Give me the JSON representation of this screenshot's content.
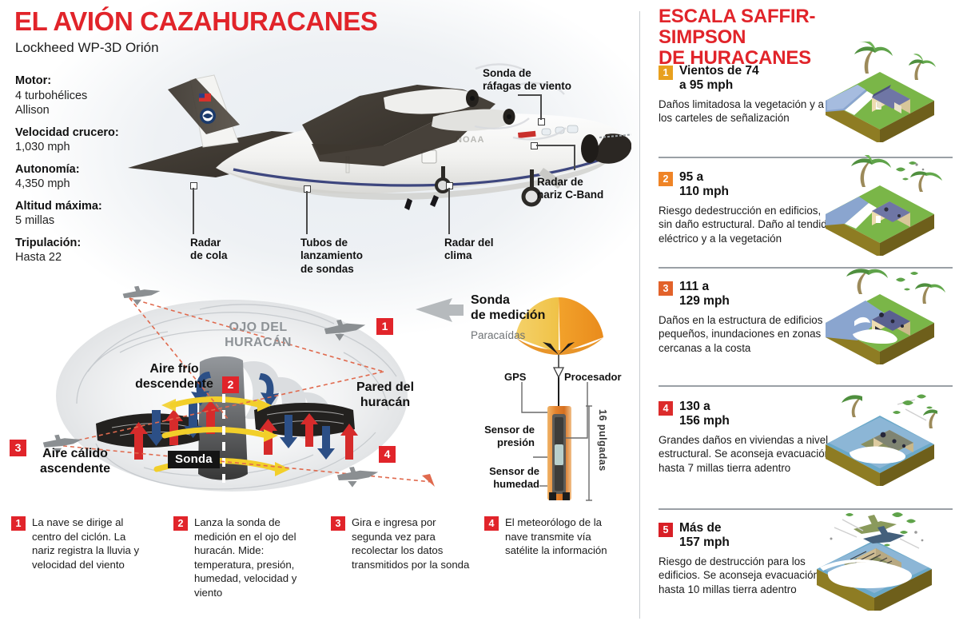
{
  "left_panel": {
    "title": "EL AVIÓN CAZAHURACANES",
    "subtitle": "Lockheed WP-3D Orión",
    "specs": [
      {
        "label": "Motor:",
        "value": "4 turbohélices\nAllison"
      },
      {
        "label": "Velocidad crucero:",
        "value": "1,030 mph"
      },
      {
        "label": "Autonomía:",
        "value": "4,350 mph"
      },
      {
        "label": "Altitud máxima:",
        "value": "5 millas"
      },
      {
        "label": "Tripulación:",
        "value": "Hasta 22"
      }
    ],
    "aircraft_callouts": [
      {
        "id": "tail-radar",
        "text": "Radar\nde cola"
      },
      {
        "id": "sonde-tubes",
        "text": "Tubos de\nlanzamiento\nde sondas"
      },
      {
        "id": "weather-radar",
        "text": "Radar del\nclima"
      },
      {
        "id": "nose-radar",
        "text": "Radar de\nnariz C-Band"
      },
      {
        "id": "gust-probe",
        "text": "Sonda de\nráfagas de viento"
      }
    ]
  },
  "hurricane_diagram": {
    "eye_label": "OJO DEL\nHURACÁN",
    "cold_air": "Aire frío\ndescendente",
    "warm_air": "Aire cálido\nascendente",
    "wall_label": "Pared del\nhuracán",
    "sonda_chip": "Sonda",
    "markers": [
      "1",
      "2",
      "3",
      "4"
    ]
  },
  "dropsonde": {
    "title": "Sonda\nde medición",
    "subtitle": "Paracaídas",
    "gps": "GPS",
    "processor": "Procesador",
    "pressure_sensor": "Sensor de\npresión",
    "humidity_sensor": "Sensor de\nhumedad",
    "length": "16 pulgadas"
  },
  "steps": [
    {
      "num": "1",
      "text": "La nave se dirige al centro del ciclón. La nariz registra la lluvia y velocidad del viento"
    },
    {
      "num": "2",
      "text": "Lanza la sonda de medición en el ojo del huracán. Mide: temperatura, presión, humedad, velocidad y viento"
    },
    {
      "num": "3",
      "text": "Gira e ingresa por segunda vez para recolectar los datos transmitidos por la sonda"
    },
    {
      "num": "4",
      "text": "El meteorólogo de la nave transmite vía satélite la información"
    }
  ],
  "right_panel": {
    "title": "ESCALA SAFFIR-SIMPSON\nDE HURACANES",
    "categories": [
      {
        "num": "1",
        "wind": "Vientos de 74\na 95 mph",
        "desc": "Daños limitadosa la vegetación y a los carteles de señalización",
        "badge_color": "#e8a01e",
        "art": "house-intact"
      },
      {
        "num": "2",
        "wind": "95 a\n110 mph",
        "desc": "Riesgo dedestrucción en edificios, sin daño estructural. Daño al tendido eléctrico y a la vegetación",
        "badge_color": "#ef8426",
        "art": "house-wind"
      },
      {
        "num": "3",
        "wind": "111 a\n129 mph",
        "desc": "Daños en la estructura de edificios pequeños, inundaciones en zonas cercanas a la costa",
        "badge_color": "#e2622a",
        "art": "house-flood"
      },
      {
        "num": "4",
        "wind": "130 a\n156 mph",
        "desc": "Grandes daños en viviendas a nivel estructural. Se aconseja evacuación hasta 7 millas tierra adentro",
        "badge_color": "#dc2b2b",
        "art": "house-damaged"
      },
      {
        "num": "5",
        "wind": "Más de\n157 mph",
        "desc": "Riesgo de destrucción para los edificios. Se aconseja evacuación hasta 10 millas tierra adentro",
        "badge_color": "#d81f26",
        "art": "house-destroyed"
      }
    ]
  },
  "colors": {
    "brand_red": "#e1242a",
    "text_dark": "#1a1a1a",
    "muted_gray": "#8d9296",
    "divider": "#c9cdd1"
  }
}
